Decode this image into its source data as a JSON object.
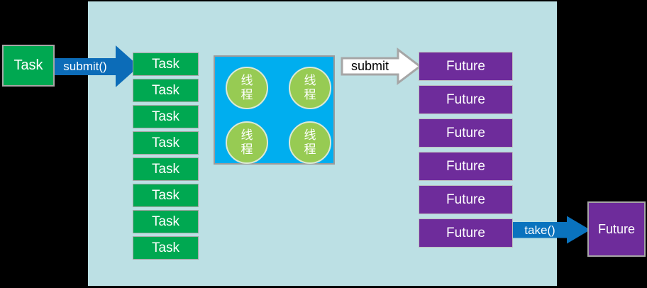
{
  "colors": {
    "background": "#000000",
    "panel-bg": "#BCE0E4",
    "task-green": "#00A851",
    "task-border": "#A6A6A6",
    "arrow-blue": "#0C6CB8",
    "take-blue": "#0A73BE",
    "white-arrow-fill": "#FFFFFF",
    "white-arrow-border": "#A6A6A6",
    "pool-blue": "#00AEEF",
    "pool-border": "#9B9B9B",
    "thread-green": "#97CB53",
    "thread-border": "#DCE9D5",
    "future-purple": "#6E2C9B",
    "future-border": "#BFBFBF"
  },
  "diagram": {
    "producer_task": {
      "label": "Task"
    },
    "submit_arrow": {
      "label": "submit()"
    },
    "task_queue": {
      "items": [
        "Task",
        "Task",
        "Task",
        "Task",
        "Task",
        "Task",
        "Task",
        "Task"
      ]
    },
    "thread_pool": {
      "threads": [
        "线程",
        "线程",
        "线程",
        "线程"
      ]
    },
    "worker_submit_arrow": {
      "label": "submit"
    },
    "future_queue": {
      "items": [
        "Future",
        "Future",
        "Future",
        "Future",
        "Future",
        "Future"
      ]
    },
    "take_arrow": {
      "label": "take()"
    },
    "result_future": {
      "label": "Future"
    }
  }
}
